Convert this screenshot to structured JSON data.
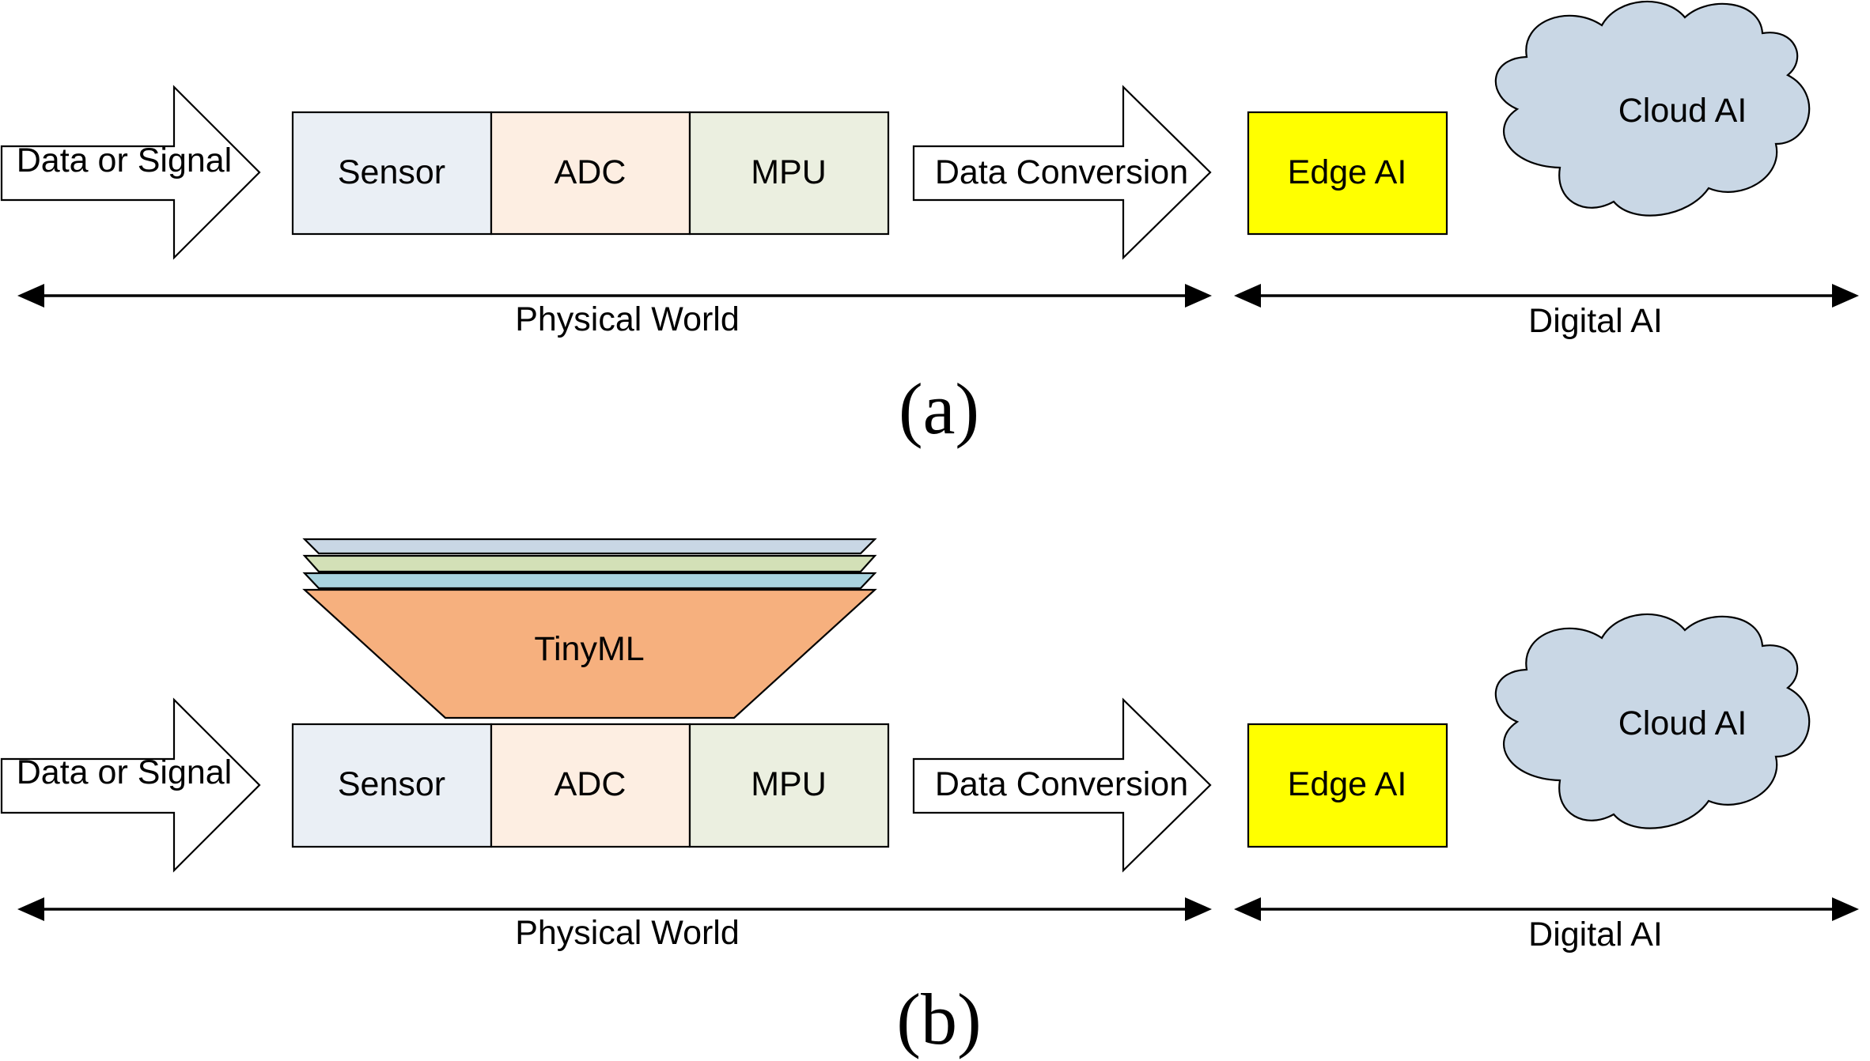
{
  "panel_a": {
    "input_arrow": "Data or Signal",
    "blocks": [
      "Sensor",
      "ADC",
      "MPU"
    ],
    "conversion_arrow": "Data Conversion",
    "edge": "Edge AI",
    "cloud": "Cloud AI",
    "physical_world": "Physical World",
    "digital_ai": "Digital AI",
    "caption": "(a)"
  },
  "panel_b": {
    "tinyml": "TinyML",
    "input_arrow": "Data or Signal",
    "blocks": [
      "Sensor",
      "ADC",
      "MPU"
    ],
    "conversion_arrow": "Data Conversion",
    "edge": "Edge AI",
    "cloud": "Cloud AI",
    "physical_world": "Physical World",
    "digital_ai": "Digital AI",
    "caption": "(b)"
  },
  "colors": {
    "sensor": "#eaeff5",
    "adc": "#fdeee2",
    "mpu": "#ebefe0",
    "edge": "#ffff00",
    "cloud": "#c9d7e5",
    "tinyml_main": "#f6b07e",
    "layer_1": "#c9d7e5",
    "layer_2": "#d3e0b7",
    "layer_3": "#a9d3df"
  }
}
